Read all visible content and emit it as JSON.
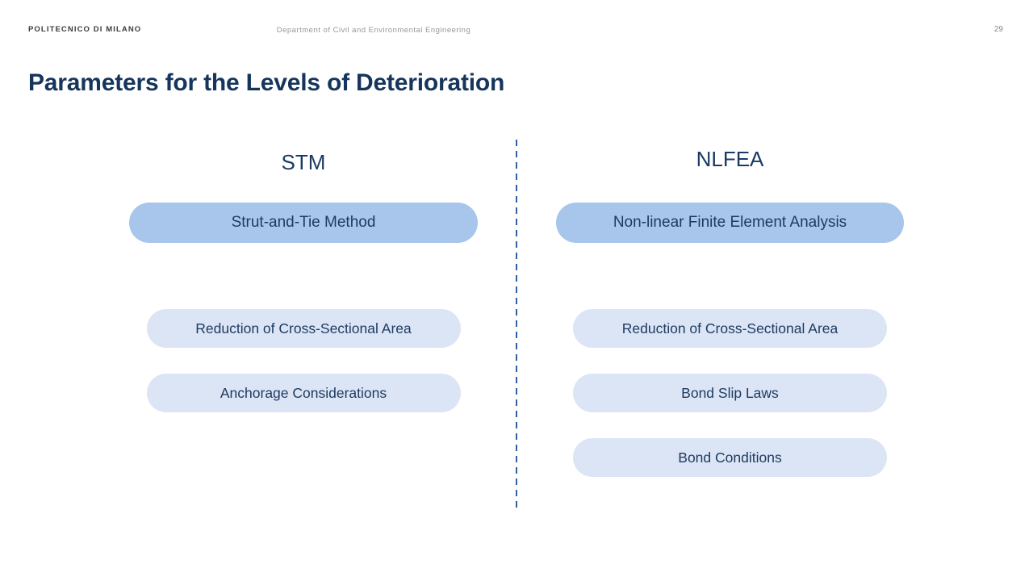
{
  "header": {
    "institution": "POLITECNICO DI MILANO",
    "department": "Department of Civil and Environmental Engineering",
    "page_number": "29"
  },
  "title": "Parameters for the Levels of Deterioration",
  "columns": [
    {
      "heading": "STM",
      "main_pill": "Strut-and-Tie Method",
      "items": [
        "Reduction of Cross-Sectional Area",
        "Anchorage Considerations"
      ]
    },
    {
      "heading": "NLFEA",
      "main_pill": "Non-linear Finite Element Analysis",
      "items": [
        "Reduction of Cross-Sectional Area",
        "Bond Slip Laws",
        "Bond Conditions"
      ]
    }
  ],
  "colors": {
    "title_text": "#16355c",
    "main_pill_bg": "#a8c5eb",
    "item_pill_bg": "#dbe5f5",
    "pill_text": "#1d3a5f",
    "divider": "#3060a0",
    "header_institution": "#3c3c3b",
    "header_muted": "#979797"
  }
}
